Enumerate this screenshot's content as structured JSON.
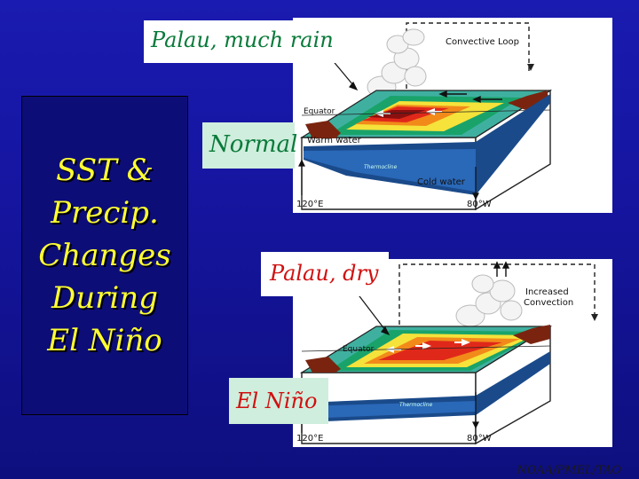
{
  "title": {
    "lines": [
      "SST &",
      "Precip.",
      "Changes",
      "During",
      "El Niño"
    ]
  },
  "normal": {
    "callout": "Palau, much rain",
    "tag": "Normal",
    "convective": "Convective Loop",
    "equator": "Equator",
    "warm": "Warm water",
    "cold": "Cold water",
    "thermocline": "Thermocline",
    "lon_left": "120°E",
    "lon_right": "80°W"
  },
  "elnino": {
    "callout": "Palau, dry",
    "tag": "El Niño",
    "convection_line1": "Increased",
    "convection_line2": "Convection",
    "equator": "Equator",
    "thermocline": "Thermocline",
    "lon_left": "120°E",
    "lon_right": "80°W"
  },
  "credit": "NOAA/PMEL/TAO",
  "colors": {
    "background": "#1717a8",
    "title_text": "#ffff33",
    "normal_callout": "#0a7a3a",
    "normal_tag": "#0a7a3a",
    "elnino_callout": "#d01010",
    "elnino_tag": "#d01010"
  }
}
